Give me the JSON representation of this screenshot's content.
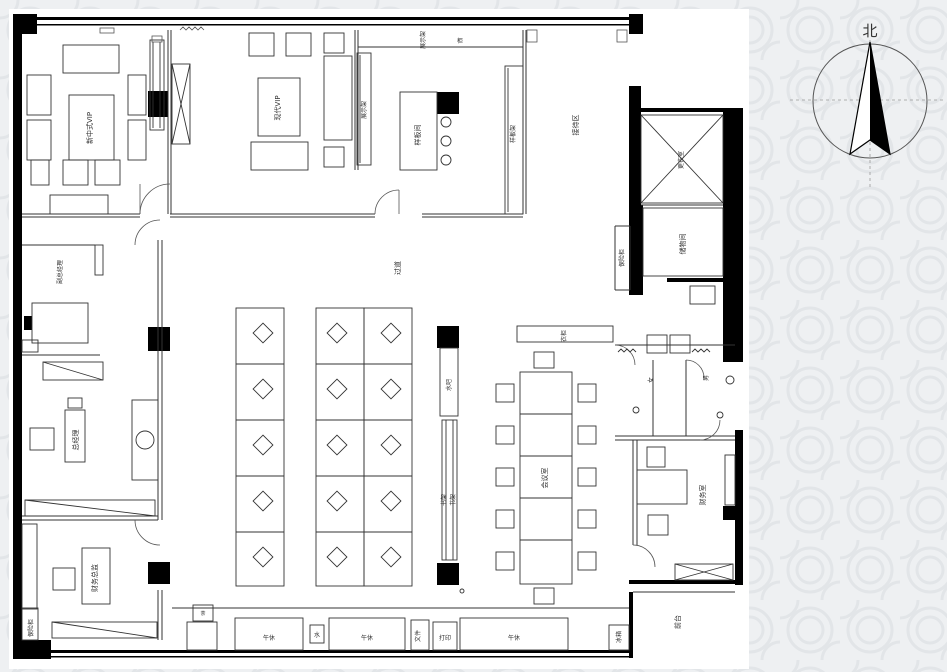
{
  "compass": {
    "north_label": "北"
  },
  "rooms": {
    "chinese_vip": "新中式VIP",
    "modern_vip": "现代VIP",
    "sample_room": "样板间",
    "reception": "接待区",
    "storage": "储物间",
    "deputy_gm": "副总经理",
    "gm": "总经理",
    "finance_gm": "财务总监",
    "finance_room": "财务室",
    "front_desk": "前台",
    "meeting_room": "会议室",
    "corridor": "过道",
    "cloakroom": "更衣室",
    "restroom_f": "女",
    "restroom_m": "男"
  },
  "fixtures": {
    "display_rack_1": "展示架",
    "display_rack_2": "展示架",
    "sample_rack": "样板架",
    "water_bar": "水吧",
    "locker": "衣柜",
    "bookshelf_1": "书架",
    "bookshelf_2": "书架",
    "printer": "打印",
    "water": "水",
    "safe_1": "保险柜",
    "safe_2": "保险柜",
    "fridge": "冰箱",
    "lunch_1": "午休",
    "lunch_2": "午休",
    "lunch_3": "午休",
    "tea": "茶",
    "file": "文件",
    "cabinet": "柜"
  }
}
